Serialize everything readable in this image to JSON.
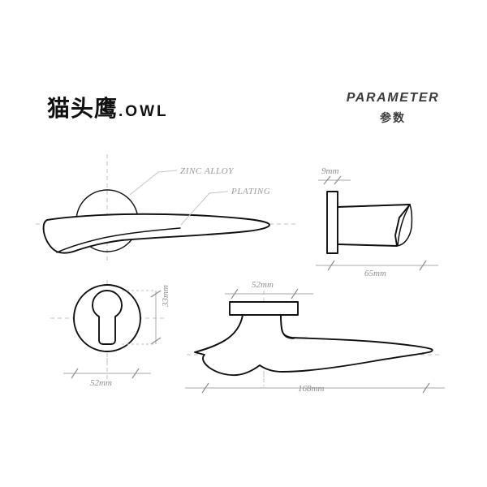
{
  "sheet": {
    "background_color": "#ffffff",
    "line_color": "#111111",
    "annotation_color": "#8e8e8e"
  },
  "header": {
    "brand_cn": "猫头鹰",
    "brand_en": ".OWL",
    "section_title_en": "PARAMETER",
    "section_title_cn": "参数"
  },
  "callouts": [
    {
      "id": "zinc-alloy",
      "label": "ZINC ALLOY"
    },
    {
      "id": "plating",
      "label": "PLATING"
    }
  ],
  "dimensions": {
    "thickness_9mm": "9mm",
    "projection_65mm": "65mm",
    "rosette_diameter_52mm": "52mm",
    "keyhole_height_33mm": "33mm",
    "rose_width_52mm": "52mm",
    "lever_length_168mm": "168mm"
  },
  "views": [
    {
      "id": "top-view",
      "name": "lever-top-view"
    },
    {
      "id": "side-view",
      "name": "lever-side-view"
    },
    {
      "id": "escutcheon-view",
      "name": "keyhole-escutcheon-view"
    },
    {
      "id": "front-view",
      "name": "lever-front-view"
    }
  ]
}
